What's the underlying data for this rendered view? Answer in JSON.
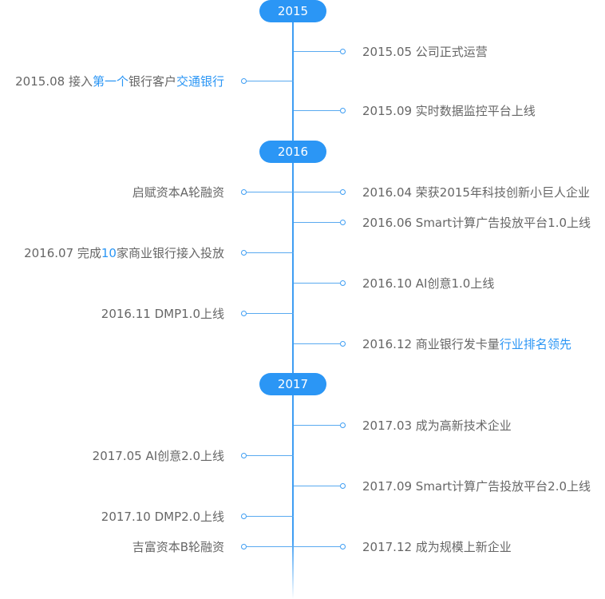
{
  "timeline": {
    "years": [
      {
        "label": "2015"
      },
      {
        "label": "2016"
      },
      {
        "label": "2017"
      }
    ],
    "events": [
      {
        "side": "right",
        "parts": [
          {
            "t": "2015.05  公司正式运营"
          }
        ]
      },
      {
        "side": "left",
        "parts": [
          {
            "t": "2015.08  接入"
          },
          {
            "t": "第一个",
            "hl": true
          },
          {
            "t": "银行客户"
          },
          {
            "t": "交通银行",
            "hl": true
          }
        ]
      },
      {
        "side": "right",
        "parts": [
          {
            "t": "2015.09  实时数据监控平台上线"
          }
        ]
      },
      {
        "side": "left",
        "parts": [
          {
            "t": "启赋资本A轮融资"
          }
        ]
      },
      {
        "side": "right",
        "parts": [
          {
            "t": "2016.04  荣获2015年科技创新小巨人企业"
          }
        ]
      },
      {
        "side": "right",
        "parts": [
          {
            "t": "2016.06  Smart计算广告投放平台1.0上线"
          }
        ]
      },
      {
        "side": "left",
        "parts": [
          {
            "t": "2016.07  完成"
          },
          {
            "t": "10",
            "hl": true
          },
          {
            "t": "家商业银行接入投放"
          }
        ]
      },
      {
        "side": "right",
        "parts": [
          {
            "t": "2016.10  AI创意1.0上线"
          }
        ]
      },
      {
        "side": "left",
        "parts": [
          {
            "t": "2016.11  DMP1.0上线"
          }
        ]
      },
      {
        "side": "right",
        "parts": [
          {
            "t": "2016.12  商业银行发卡量"
          },
          {
            "t": "行业排名领先",
            "hl": true
          }
        ]
      },
      {
        "side": "right",
        "parts": [
          {
            "t": "2017.03  成为高新技术企业"
          }
        ]
      },
      {
        "side": "left",
        "parts": [
          {
            "t": "2017.05  AI创意2.0上线"
          }
        ]
      },
      {
        "side": "right",
        "parts": [
          {
            "t": "2017.09  Smart计算广告投放平台2.0上线"
          }
        ]
      },
      {
        "side": "left",
        "parts": [
          {
            "t": "2017.10  DMP2.0上线"
          }
        ]
      },
      {
        "side": "left",
        "parts": [
          {
            "t": "吉富资本B轮融资"
          }
        ]
      },
      {
        "side": "right",
        "parts": [
          {
            "t": "2017.12  成为规模上新企业"
          }
        ]
      }
    ]
  },
  "colors": {
    "accent": "#2b96f5",
    "text": "#666666"
  }
}
